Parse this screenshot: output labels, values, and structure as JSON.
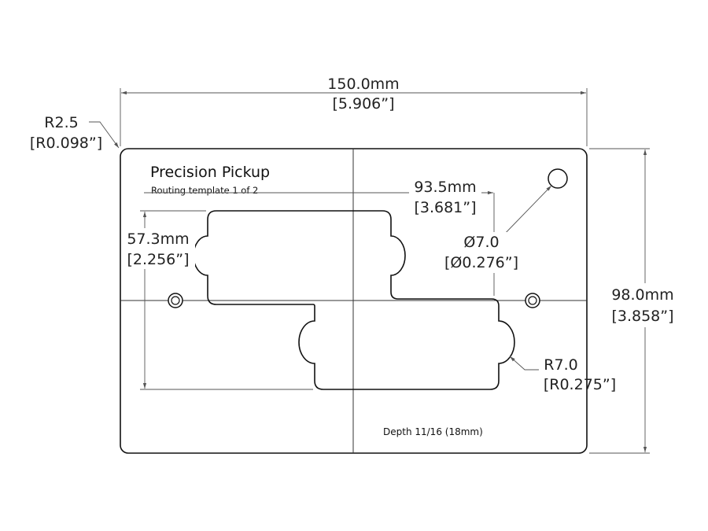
{
  "template": {
    "title": "Precision Pickup",
    "subtitle": "Routing template 1 of 2",
    "depth": "Depth 11/16 (18mm)"
  },
  "dimensions": {
    "width_mm": "150.0mm",
    "width_in": "[5.906”]",
    "corner_r_mm": "R2.5",
    "corner_r_in": "[R0.098”]",
    "height_mm": "98.0mm",
    "height_in": "[3.858”]",
    "offset_mm": "93.5mm",
    "offset_in": "[3.681”]",
    "cavity_h_mm": "57.3mm",
    "cavity_h_in": "[2.256”]",
    "hole_d_mm": "Ø7.0",
    "hole_d_in": "[Ø0.276”]",
    "lobe_r_mm": "R7.0",
    "lobe_r_in": "[R0.275”]"
  },
  "colors": {
    "outline": "#111111",
    "dimension": "#555555",
    "background": "#ffffff"
  }
}
